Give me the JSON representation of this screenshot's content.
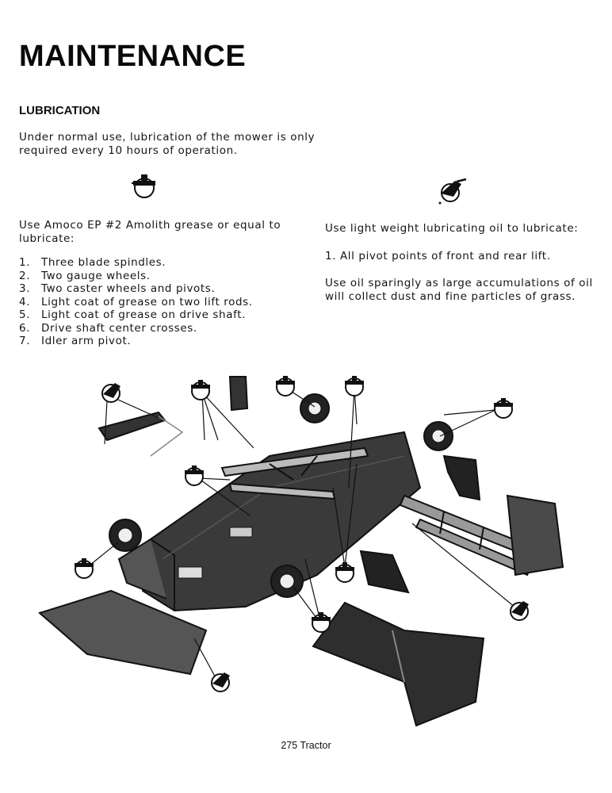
{
  "page": {
    "title": "MAINTENANCE",
    "section_heading": "LUBRICATION",
    "intro": "Under normal use, lubrication of the mower is only required every 10 hours of operation.",
    "grease": {
      "instruction": "Use Amoco EP #2 Amolith grease or equal to lubricate:",
      "items": [
        {
          "num": "1.",
          "text": "Three blade spindles."
        },
        {
          "num": "2.",
          "text": "Two gauge wheels."
        },
        {
          "num": "3.",
          "text": "Two caster wheels and pivots."
        },
        {
          "num": "4.",
          "text": "Light coat of grease on two lift rods."
        },
        {
          "num": "5.",
          "text": "Light coat of grease on drive shaft."
        },
        {
          "num": "6.",
          "text": "Drive shaft center crosses."
        },
        {
          "num": "7.",
          "text": "Idler arm pivot."
        }
      ]
    },
    "oil": {
      "instruction": "Use light weight lubricating oil to lubricate:",
      "item": "1.  All pivot points of front and rear lift.",
      "note": "Use oil sparingly as large accumulations of oil will collect dust and fine particles of grass."
    },
    "caption": "275 Tractor",
    "icons": {
      "grease": "grease-gun-icon",
      "oil": "oil-can-icon"
    }
  }
}
